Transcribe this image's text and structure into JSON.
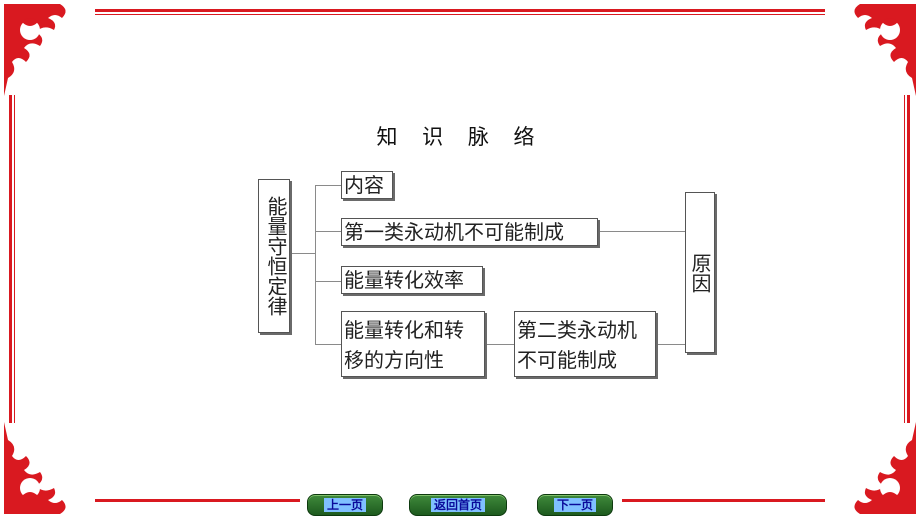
{
  "title": "知 识 脉 络",
  "root": "能量守恒定律",
  "branches": [
    {
      "label": "内容"
    },
    {
      "label": "第一类永动机不可能制成"
    },
    {
      "label": "能量转化效率"
    },
    {
      "label": "能量转化和转移的方向性"
    }
  ],
  "second_kind": "第二类永动机不可能制成",
  "reason": "原因",
  "nav": {
    "prev": "上一页",
    "home": "返回首页",
    "next": "下一页"
  },
  "colors": {
    "frame": "#d91920",
    "nav_button": "#2f7a2d"
  }
}
